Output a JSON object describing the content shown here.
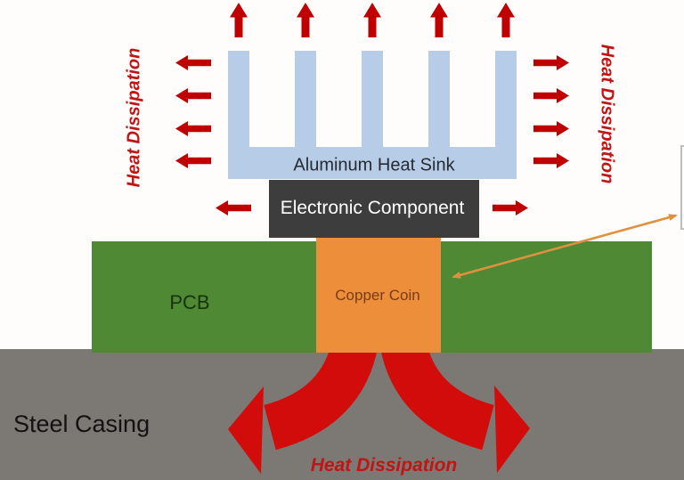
{
  "diagram": {
    "labels": {
      "heat_sink": "Aluminum Heat Sink",
      "component": "Electronic Component",
      "pcb": "PCB",
      "copper_coin": "Copper Coin",
      "steel_casing": "Steel Casing",
      "heat_dissipation_left": "Heat Dissipation",
      "heat_dissipation_right": "Heat Dissipation",
      "heat_dissipation_bottom": "Heat Dissipation"
    },
    "palette": {
      "background": "#fefdfc",
      "heat_sink_blue": "#b7cce7",
      "component_gray": "#3d3d3d",
      "pcb_green": "#4f8933",
      "copper_orange": "#ed8f3a",
      "casing_gray": "#7c7873",
      "arrow_red": "#c00000",
      "flow_red": "#d20b0b",
      "label_red": "#c11414",
      "heat_sink_text": "#252a33",
      "component_text": "#ffffff",
      "pcb_text": "#16330c",
      "coin_text": "#7a3a12",
      "casing_text": "#121212",
      "annotation_orange": "#e0913f"
    }
  }
}
